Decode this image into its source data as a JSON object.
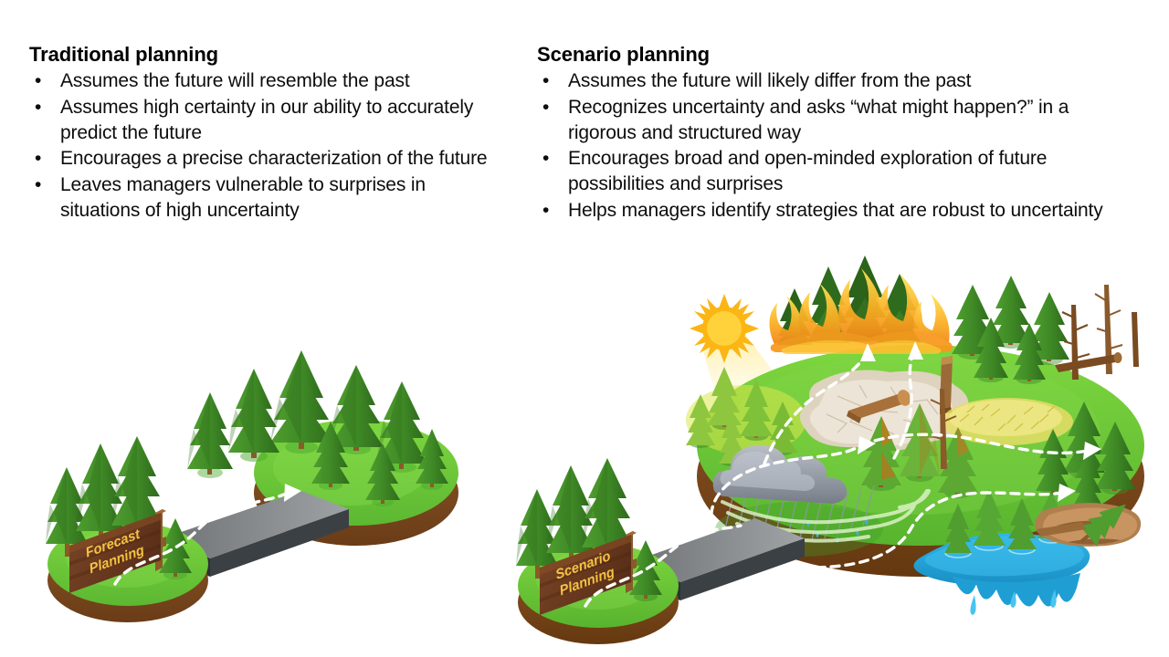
{
  "slide": {
    "background_color": "#ffffff",
    "text_color": "#0d0d0d"
  },
  "columns": [
    {
      "id": "traditional",
      "title": "Traditional planning",
      "bullet_glyph": "•",
      "bullets": [
        "Assumes the future will resemble the past",
        "Assumes high certainty in our ability to accurately predict the future",
        "Encourages a precise characterization of the future",
        "Leaves managers vulnerable to surprises in situations of high uncertainty"
      ]
    },
    {
      "id": "scenario",
      "title": "Scenario planning",
      "bullet_glyph": "•",
      "bullets": [
        "Assumes the future will likely differ from the past",
        "Recognizes uncertainty and asks “what might happen?” in a rigorous and structured way",
        "Encourages broad and open-minded exploration of future possibilities and surprises",
        "Helps managers identify strategies that are robust to uncertainty"
      ]
    }
  ],
  "illustrations": {
    "left": {
      "name": "traditional-planning-illustration",
      "sign": {
        "line1": "Forecast",
        "line2": "Planning",
        "text_color": "#f5c243",
        "board_color": "#6b3a22"
      },
      "islands": [
        {
          "name": "start-island",
          "grass_color": "#6dc83c",
          "soil_color": "#7a4a1e",
          "features": [
            "conifer-forest",
            "forecast-sign"
          ]
        },
        {
          "name": "future-island",
          "grass_color": "#6dc83c",
          "soil_color": "#7a4a1e",
          "features": [
            "dense-conifer-forest"
          ]
        }
      ],
      "bridge": {
        "name": "connecting-bridge",
        "top_color": "#8a8d90",
        "side_color": "#3c4045"
      },
      "path": {
        "name": "single-dashed-path",
        "color": "#ffffff",
        "style": "dashed",
        "arrow_count": 1
      }
    },
    "right": {
      "name": "scenario-planning-illustration",
      "sign": {
        "line1": "Scenario",
        "line2": "Planning",
        "text_color": "#f5c243",
        "board_color": "#6b3a22"
      },
      "islands": [
        {
          "name": "start-island",
          "grass_color": "#6dc83c",
          "soil_color": "#7a4a1e",
          "features": [
            "conifer-forest",
            "scenario-sign"
          ]
        },
        {
          "name": "futures-island",
          "grass_color": "#6dc83c",
          "soil_color": "#7a4a1e",
          "features": [
            "drought-sun",
            "wildfire",
            "dried-cracked-ground",
            "rain-storm-cloud",
            "windstorm-swirl",
            "insect-damaged-trees",
            "dead-standing-trees",
            "diseased-yellow-grass",
            "flooded-lake",
            "erosion-landslide",
            "healthy-conifer-forest"
          ]
        }
      ],
      "bridge": {
        "name": "connecting-bridge",
        "top_color": "#8a8d90",
        "side_color": "#3c4045"
      },
      "path": {
        "name": "branching-dashed-paths",
        "color": "#ffffff",
        "style": "dashed",
        "arrow_count": 5
      },
      "hazards": [
        {
          "name": "drought-sun",
          "label": "sun",
          "color": "#ffc20e"
        },
        {
          "name": "wildfire",
          "label": "fire",
          "color": "#f5a623"
        },
        {
          "name": "dried-cracked-ground",
          "label": "drought ground",
          "color": "#ddd2bd"
        },
        {
          "name": "rain-storm-cloud",
          "label": "storm",
          "color": "#8f949d"
        },
        {
          "name": "flooded-lake",
          "label": "flood",
          "color": "#29a8dd"
        },
        {
          "name": "erosion-landslide",
          "label": "erosion",
          "color": "#a9794a"
        },
        {
          "name": "insect-damaged-trees",
          "label": "insects",
          "color": "#b5761f"
        },
        {
          "name": "dead-standing-trees",
          "label": "dead trees",
          "color": "#7a4a20"
        },
        {
          "name": "diseased-yellow-grass",
          "label": "disease",
          "color": "#e8d55e"
        }
      ]
    }
  }
}
